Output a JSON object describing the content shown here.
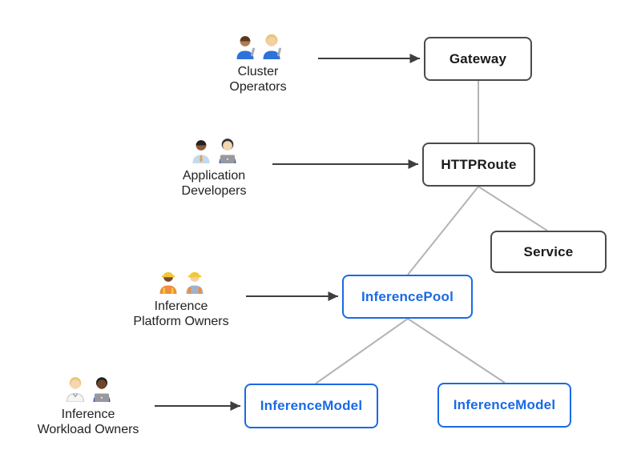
{
  "diagram": {
    "personas": [
      {
        "id": "cluster-operators",
        "lines": [
          "Cluster",
          "Operators"
        ],
        "emoji": "👨🏽‍🔧👩🏼‍🔧",
        "icons": [
          "man-mechanic-icon",
          "woman-mechanic-icon"
        ]
      },
      {
        "id": "application-developers",
        "lines": [
          "Application",
          "Developers"
        ],
        "emoji": "👨🏾‍💼👩🏻‍💻",
        "icons": [
          "man-office-worker-icon",
          "woman-technologist-icon"
        ]
      },
      {
        "id": "inference-platform-owners",
        "lines": [
          "Inference",
          "Platform Owners"
        ],
        "emoji": "👷🏾‍♀️👷🏻",
        "icons": [
          "woman-construction-worker-icon",
          "man-construction-worker-icon"
        ]
      },
      {
        "id": "inference-workload-owners",
        "lines": [
          "Inference",
          "Workload Owners"
        ],
        "emoji": "🧑🏼‍⚕️👨🏿‍💻",
        "icons": [
          "health-worker-icon",
          "man-technologist-icon"
        ]
      }
    ],
    "nodes": [
      {
        "id": "gateway",
        "label": "Gateway",
        "variant": "core"
      },
      {
        "id": "httproute",
        "label": "HTTPRoute",
        "variant": "core"
      },
      {
        "id": "service",
        "label": "Service",
        "variant": "core"
      },
      {
        "id": "inferencepool",
        "label": "InferencePool",
        "variant": "inference-extension"
      },
      {
        "id": "inferencemodel-left",
        "label": "InferenceModel",
        "variant": "inference-extension"
      },
      {
        "id": "inferencemodel-right",
        "label": "InferenceModel",
        "variant": "inference-extension"
      }
    ],
    "edges": [
      {
        "from": "cluster-operators",
        "to": "gateway",
        "style": "arrow"
      },
      {
        "from": "application-developers",
        "to": "httproute",
        "style": "arrow"
      },
      {
        "from": "inference-platform-owners",
        "to": "inferencepool",
        "style": "arrow"
      },
      {
        "from": "inference-workload-owners",
        "to": "inferencemodel-left",
        "style": "arrow"
      },
      {
        "from": "gateway",
        "to": "httproute",
        "style": "line"
      },
      {
        "from": "httproute",
        "to": "inferencepool",
        "style": "line"
      },
      {
        "from": "httproute",
        "to": "service",
        "style": "line"
      },
      {
        "from": "inferencepool",
        "to": "inferencemodel-left",
        "style": "line"
      },
      {
        "from": "inferencepool",
        "to": "inferencemodel-right",
        "style": "line"
      }
    ],
    "colors": {
      "background": "#ffffff",
      "core_border": "#4b4b4b",
      "core_text": "#1a1a1a",
      "extension_blue": "#1a6ae5",
      "connector_gray": "#b4b4b4",
      "arrow_dark": "#3e3e3e",
      "label_text": "#222222"
    }
  }
}
